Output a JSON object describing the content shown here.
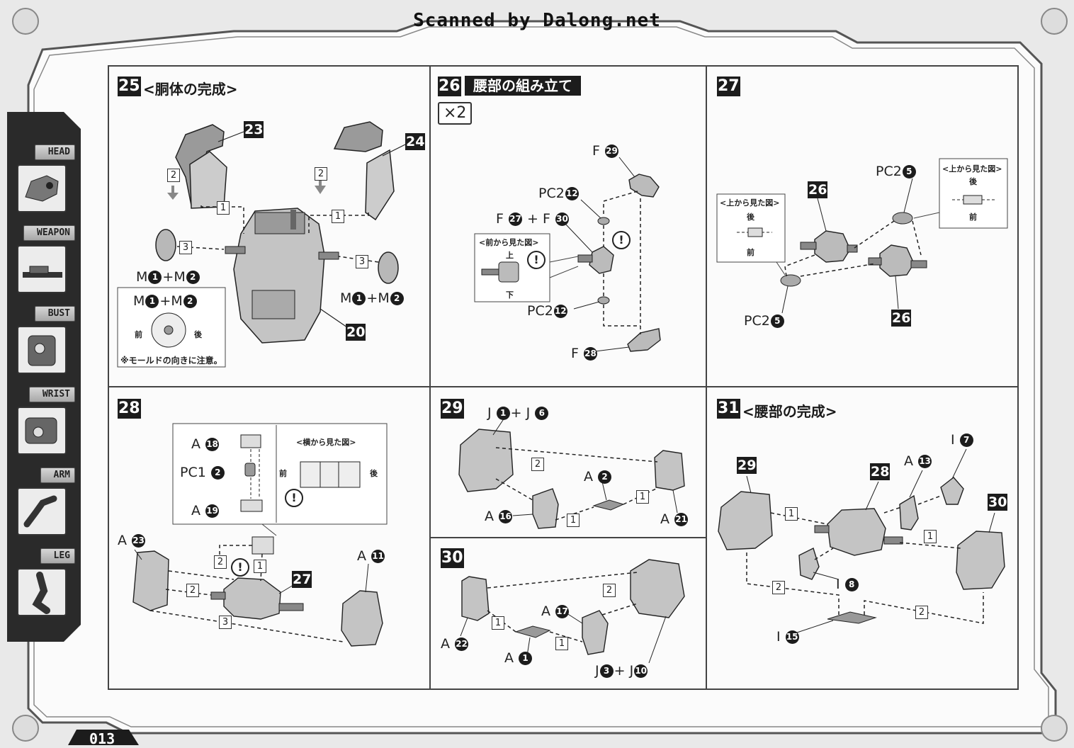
{
  "watermark": "Scanned by Dalong.net",
  "page_number": "013",
  "sidebar": {
    "items": [
      {
        "label": "HEAD",
        "icon": "head-icon"
      },
      {
        "label": "WEAPON",
        "icon": "weapon-icon"
      },
      {
        "label": "BUST",
        "icon": "bust-icon"
      },
      {
        "label": "WRIST",
        "icon": "wrist-icon"
      },
      {
        "label": "ARM",
        "icon": "arm-icon"
      },
      {
        "label": "LEG",
        "icon": "leg-icon"
      }
    ]
  },
  "steps": {
    "s25": {
      "num": "25",
      "title": "<胴体の完成>",
      "badges": [
        "23",
        "24",
        "20"
      ],
      "order": [
        "2",
        "2",
        "1",
        "1",
        "3",
        "3"
      ],
      "parts": {
        "left": [
          "M",
          "1",
          "+M",
          "2"
        ],
        "right": [
          "M",
          "1",
          "+M",
          "2"
        ],
        "inset": [
          "M",
          "1",
          "+M",
          "2"
        ]
      },
      "inset_front": "前",
      "inset_back": "後",
      "note": "※モールドの向きに注意。"
    },
    "s26": {
      "num": "26",
      "title": "腰部の組み立て",
      "multiplier": "×2",
      "parts": {
        "f29": [
          "F",
          "29"
        ],
        "pc2_top": [
          "PC2",
          "12"
        ],
        "f27_f30": [
          "F",
          "27",
          "+ F",
          "30"
        ],
        "pc2_bottom": [
          "PC2",
          "12"
        ],
        "f28": [
          "F",
          "28"
        ]
      },
      "callout": {
        "title": "<前から見た図>",
        "up": "上",
        "down": "下"
      },
      "excl": "!"
    },
    "s27": {
      "num": "27",
      "badges": [
        "26",
        "26"
      ],
      "parts": {
        "pc2_top": [
          "PC2",
          "5"
        ],
        "pc2_bottom": [
          "PC2",
          "5"
        ]
      },
      "callout_left": {
        "title": "<上から見た図>",
        "back": "後",
        "front": "前"
      },
      "callout_right": {
        "title": "<上から見た図>",
        "back": "後",
        "front": "前"
      }
    },
    "s28": {
      "num": "28",
      "badges": [
        "27"
      ],
      "order": [
        "2",
        "1",
        "2",
        "3"
      ],
      "parts": {
        "a18": [
          "A",
          "18"
        ],
        "pc1": [
          "PC1",
          "2"
        ],
        "a19": [
          "A",
          "19"
        ],
        "a23": [
          "A",
          "23"
        ],
        "a11": [
          "A",
          "11"
        ]
      },
      "callout": {
        "title": "<横から見た図>",
        "front": "前",
        "back": "後"
      },
      "excl": "!"
    },
    "s29": {
      "num": "29",
      "order": [
        "2",
        "1",
        "1"
      ],
      "parts": {
        "j": [
          "J",
          "1",
          "+ J",
          "6"
        ],
        "a2": [
          "A",
          "2"
        ],
        "a16": [
          "A",
          "16"
        ],
        "a21": [
          "A",
          "21"
        ]
      }
    },
    "s30": {
      "num": "30",
      "order": [
        "2",
        "1",
        "1"
      ],
      "parts": {
        "a17": [
          "A",
          "17"
        ],
        "a22": [
          "A",
          "22"
        ],
        "a1": [
          "A",
          "1"
        ],
        "j": [
          "J",
          "3",
          "+ J",
          "10"
        ]
      }
    },
    "s31": {
      "num": "31",
      "title": "<腰部の完成>",
      "badges": [
        "29",
        "28",
        "30"
      ],
      "order": [
        "1",
        "1",
        "2",
        "2"
      ],
      "parts": {
        "i7": [
          "I",
          "7"
        ],
        "a13": [
          "A",
          "13"
        ],
        "i8": [
          "I",
          "8"
        ],
        "i15": [
          "I",
          "15"
        ]
      }
    }
  }
}
